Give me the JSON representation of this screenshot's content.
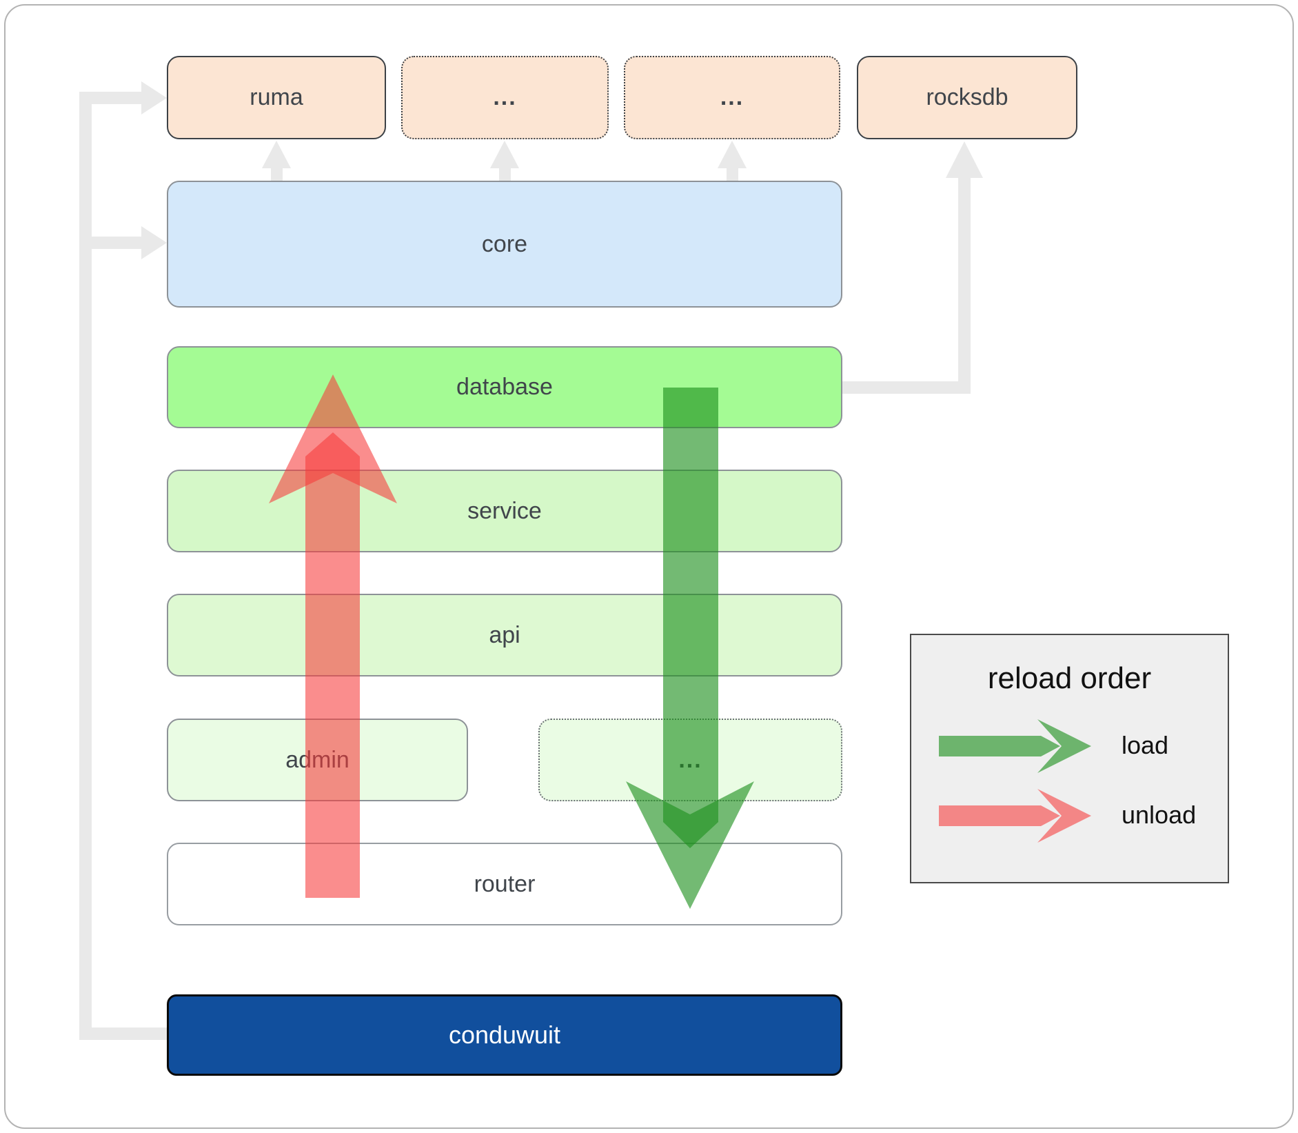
{
  "nodes": {
    "ruma": {
      "label": "ruma"
    },
    "crate_dots_1": {
      "label": "..."
    },
    "crate_dots_2": {
      "label": "..."
    },
    "rocksdb": {
      "label": "rocksdb"
    },
    "core": {
      "label": "core"
    },
    "database": {
      "label": "database"
    },
    "service": {
      "label": "service"
    },
    "api": {
      "label": "api"
    },
    "admin": {
      "label": "admin"
    },
    "admin_dots": {
      "label": "..."
    },
    "router": {
      "label": "router"
    },
    "conduwuit": {
      "label": "conduwuit"
    }
  },
  "legend": {
    "title": "reload order",
    "items": [
      {
        "label": "load",
        "color": "#1d8f1d"
      },
      {
        "label": "unload",
        "color": "#f73b3b"
      }
    ]
  },
  "colors": {
    "crate_peach": "#fce5d3",
    "core_blue": "#d4e8fa",
    "database_green": "#a4fb94",
    "service_green": "#d5f8c8",
    "api_green": "#def9d2",
    "admin_green": "#eafce4",
    "router_white": "#ffffff",
    "conduwuit_blue": "#114f9d",
    "load_arrow_green": "#1d8f1d",
    "unload_arrow_red": "#f73b3b",
    "connector_gray": "#e9e9e9",
    "label_dark": "#40454b",
    "legend_bg": "#efefef"
  }
}
